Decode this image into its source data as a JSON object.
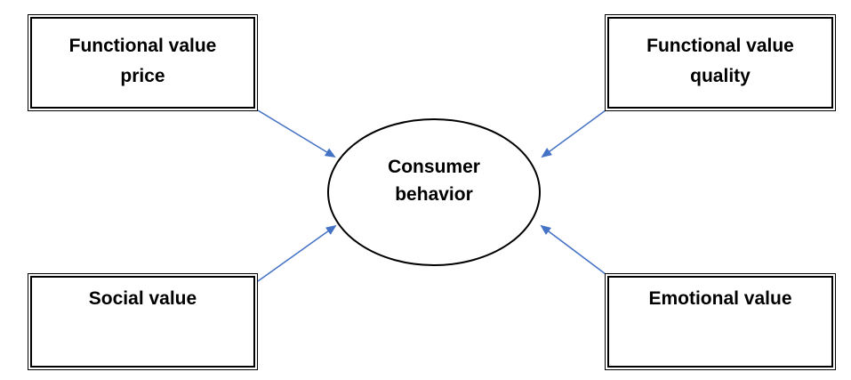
{
  "diagram": {
    "center": {
      "label": "Consumer\nbehavior"
    },
    "nodes": [
      {
        "id": "tl",
        "label": "Functional value\nprice"
      },
      {
        "id": "tr",
        "label": "Functional value\nquality"
      },
      {
        "id": "bl",
        "label": "Social value"
      },
      {
        "id": "br",
        "label": "Emotional value"
      }
    ],
    "edges": [
      {
        "from": "tl",
        "to": "center"
      },
      {
        "from": "tr",
        "to": "center"
      },
      {
        "from": "bl",
        "to": "center"
      },
      {
        "from": "br",
        "to": "center"
      }
    ],
    "colors": {
      "arrow": "#4472C4",
      "outline": "#000000"
    }
  }
}
